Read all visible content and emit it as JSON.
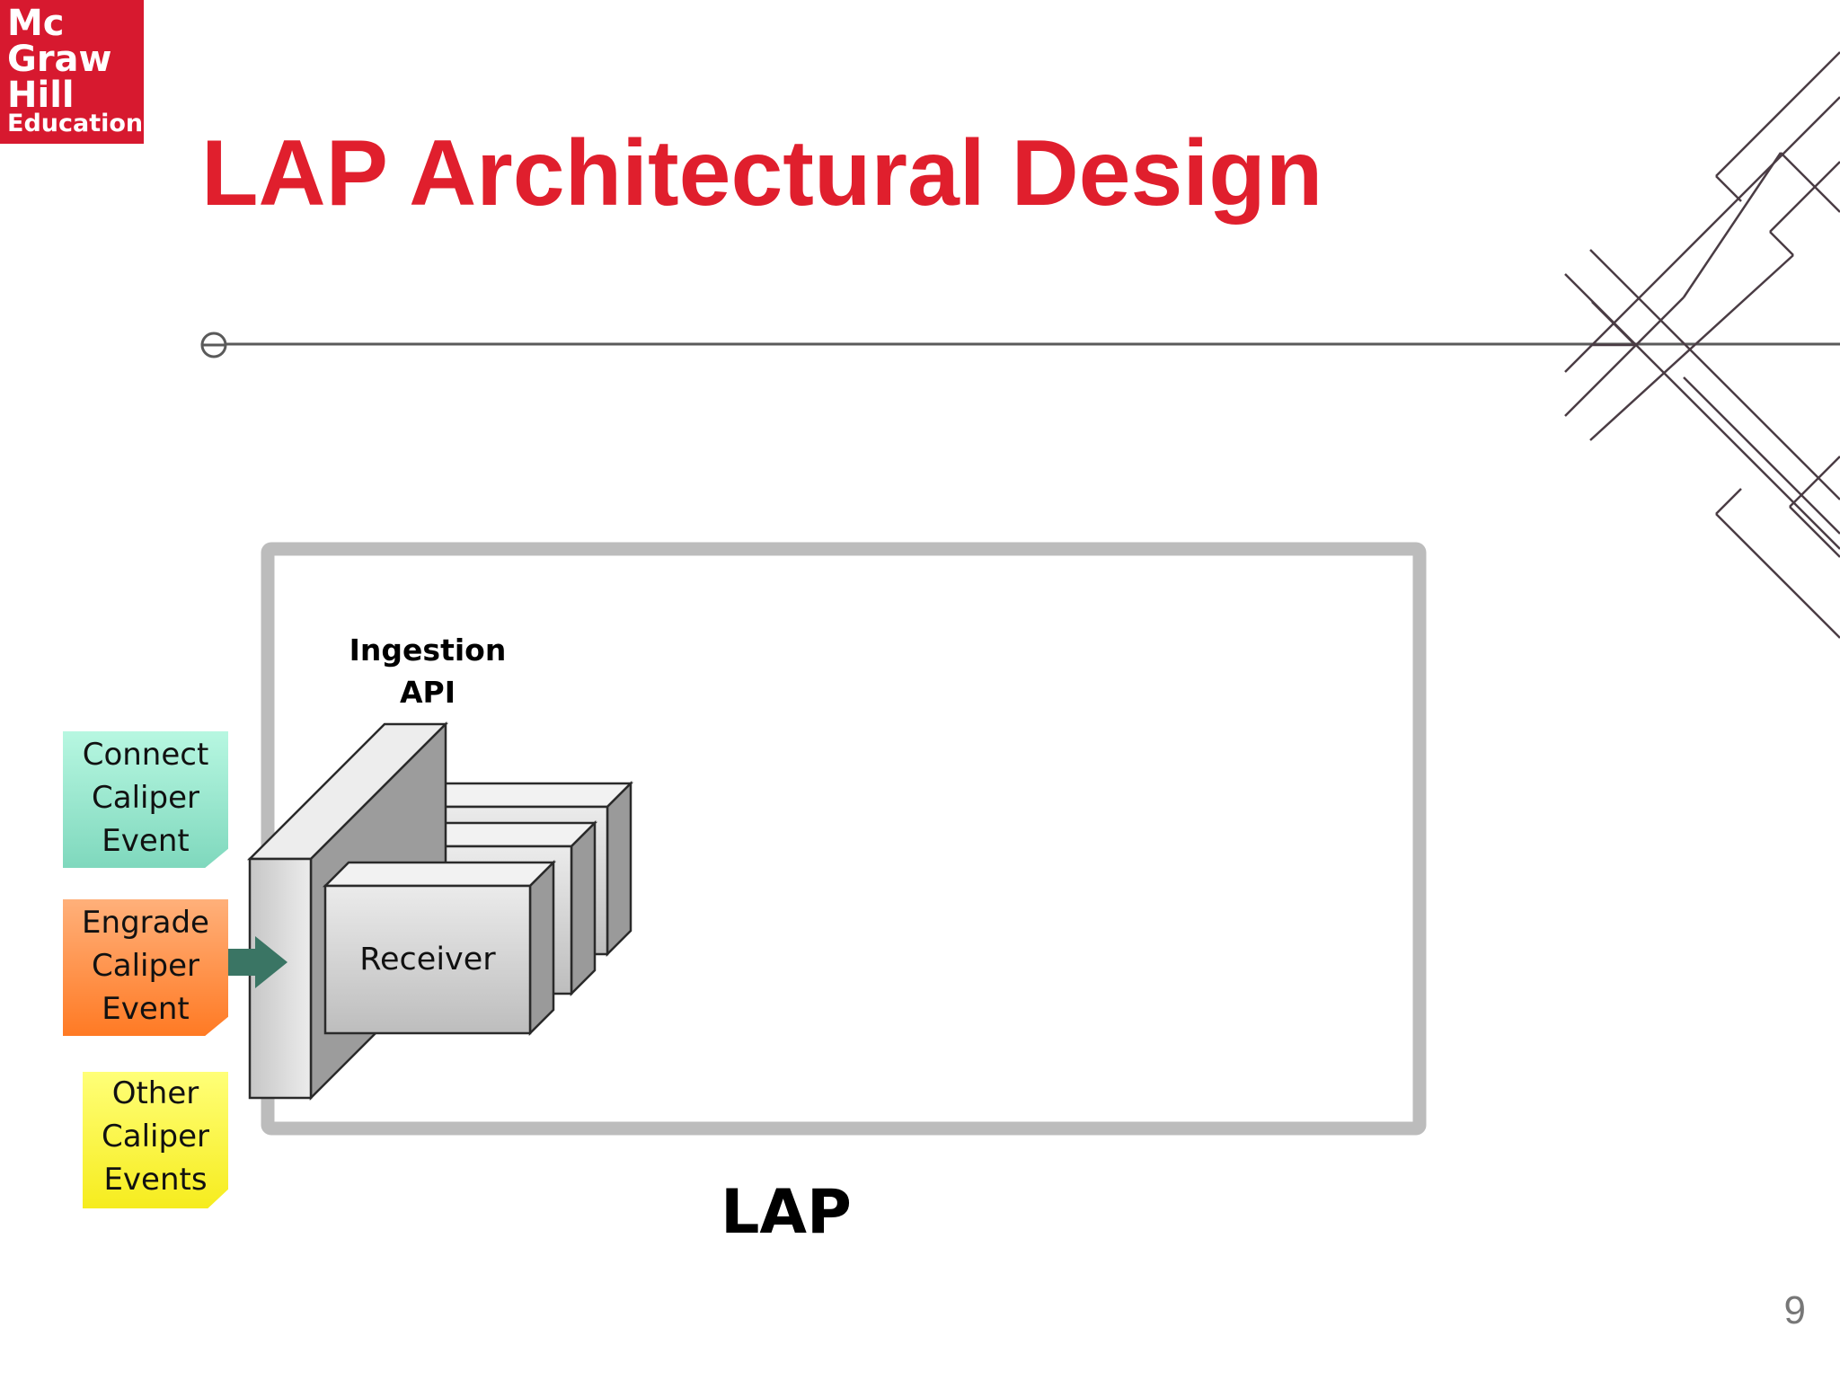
{
  "logo": {
    "line1": "Mc",
    "line2": "Graw",
    "line3": "Hill",
    "line4": "Education"
  },
  "slide": {
    "title": "LAP Architectural Design",
    "page_number": "9"
  },
  "diagram": {
    "sources": [
      {
        "lines": [
          "Connect",
          "Caliper",
          "Event"
        ],
        "color": "#a4ecd2"
      },
      {
        "lines": [
          "Engrade",
          "Caliper",
          "Event"
        ],
        "color": "#ff8a3a"
      },
      {
        "lines": [
          "Other",
          "Caliper",
          "Events"
        ],
        "color": "#fbf53c"
      }
    ],
    "ingestion_api_label": [
      "Ingestion",
      "API"
    ],
    "receiver_label": "Receiver",
    "container_label": "LAP",
    "arrow_color": "#3a7564",
    "container_border_color": "#bcbcbc"
  }
}
